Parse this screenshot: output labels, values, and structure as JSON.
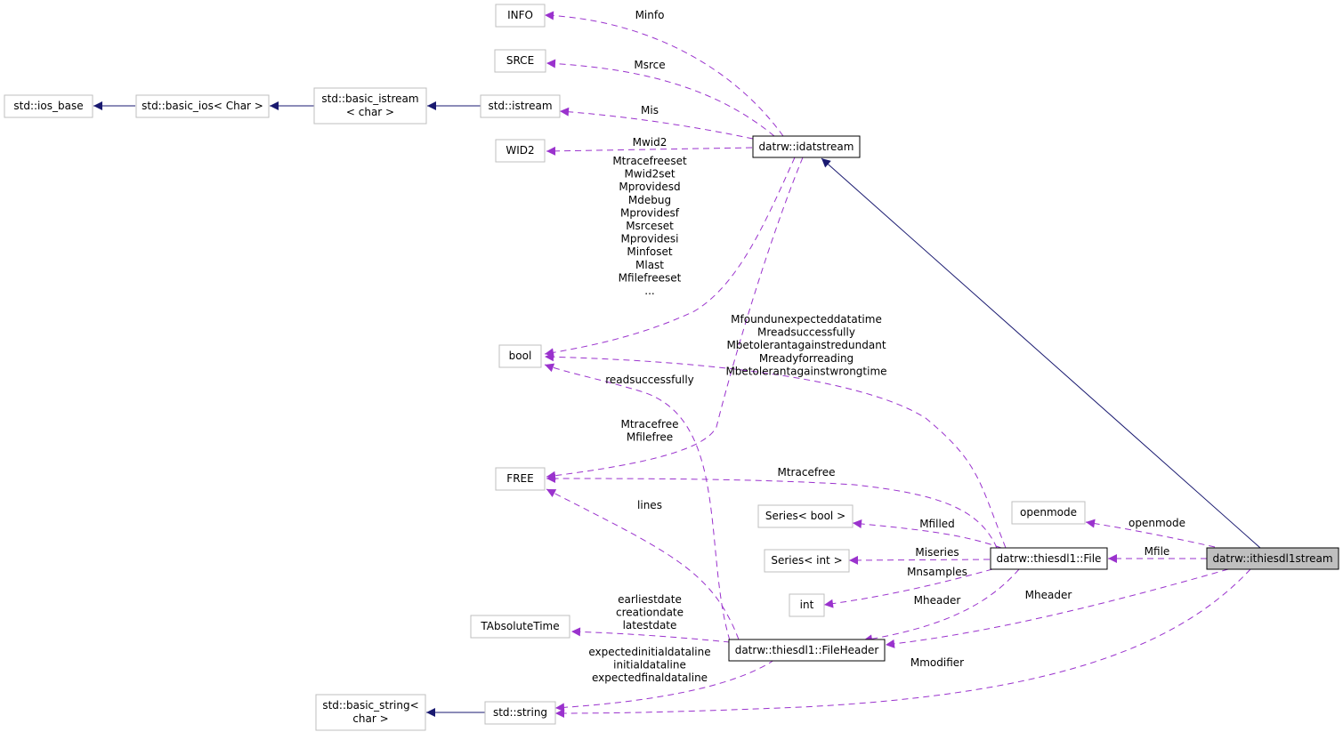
{
  "diagram": {
    "colors": {
      "inherit": "#191970",
      "member": "#9a32cd",
      "node_border_grey": "#bfbfbf",
      "node_border_black": "#000000",
      "highlight_fill": "#bfbfbf"
    },
    "nodes": {
      "ios_base": "std::ios_base",
      "basic_ios": "std::basic_ios< Char >",
      "basic_istream_l1": "std::basic_istream",
      "basic_istream_l2": "< char >",
      "istream": "std::istream",
      "info": "INFO",
      "srce": "SRCE",
      "wid2": "WID2",
      "idatstream": "datrw::idatstream",
      "bool": "bool",
      "free": "FREE",
      "series_bool": "Series< bool >",
      "series_int": "Series< int >",
      "int": "int",
      "openmode": "openmode",
      "file": "datrw::thiesdl1::File",
      "ithiesdl1stream": "datrw::ithiesdl1stream",
      "tabsolutetime": "TAbsoluteTime",
      "fileheader": "datrw::thiesdl1::FileHeader",
      "basic_string_l1": "std::basic_string<",
      "basic_string_l2": "char >",
      "string": "std::string"
    },
    "labels": {
      "minfo": "Minfo",
      "msrce": "Msrce",
      "mis": "Mis",
      "mwid2": "Mwid2",
      "idat_bool": [
        "Mtracefreeset",
        "Mwid2set",
        "Mprovidesd",
        "Mdebug",
        "Mprovidesf",
        "Msrceset",
        "Mprovidesi",
        "Minfoset",
        "Mlast",
        "Mfilefreeset",
        "..."
      ],
      "file_bool": [
        "Mfoundunexpecteddatatime",
        "Mreadsuccessfully",
        "Mbetolerantagainstredundant",
        "Mreadyforreading",
        "Mbetolerantagainstwrongtime"
      ],
      "readsuccessfully": "readsuccessfully",
      "idat_free": [
        "Mtracefree",
        "Mfilefree"
      ],
      "mtracefree": "Mtracefree",
      "lines": "lines",
      "mfilled": "Mfilled",
      "miseries": "Miseries",
      "mnsamples": "Mnsamples",
      "mheader_file": "Mheader",
      "mheader_stream": "Mheader",
      "openmode": "openmode",
      "mfile": "Mfile",
      "dates": [
        "earliestdate",
        "creationdate",
        "latestdate"
      ],
      "datalines": [
        "expectedinitialdataline",
        "initialdataline",
        "expectedfinaldataline"
      ],
      "mmodifier": "Mmodifier"
    }
  }
}
